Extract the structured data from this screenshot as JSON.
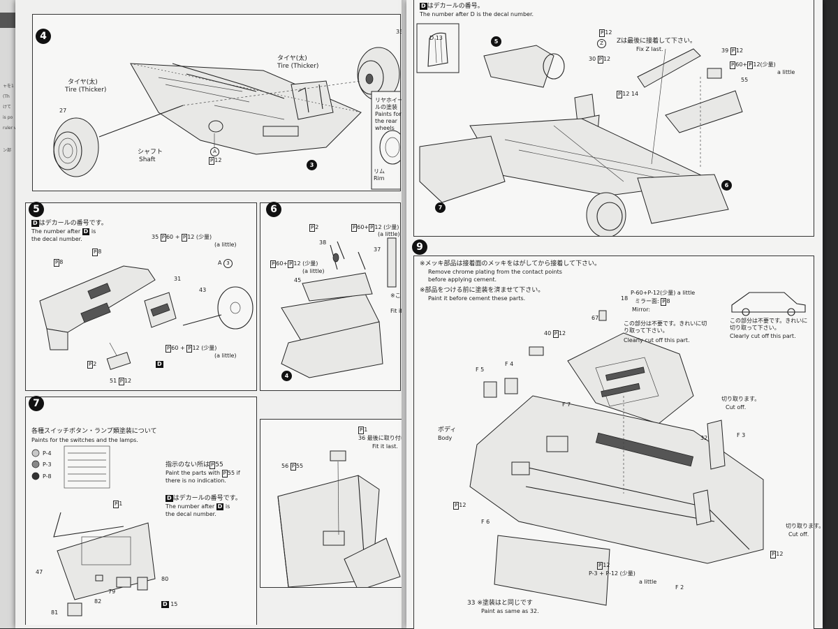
{
  "prev_page": {
    "text_lines": [
      "ャを1",
      "(Th",
      "けて",
      "is po",
      "ruler wit",
      "ン部"
    ]
  },
  "step4": {
    "number": "4",
    "tire_top_jp": "タイヤ(太)",
    "tire_top_en": "Tire (Thicker)",
    "tire_left_jp": "タイヤ(太)",
    "tire_left_en": "Tire (Thicker)",
    "shaft_jp": "シャフト",
    "shaft_en": "Shaft",
    "part_a": "A",
    "part_p": "P",
    "part_p_num": "12",
    "sub_3": "3",
    "inset_jp": "リヤホイールの塗装",
    "inset_en": "Paints for the rear wheels",
    "rim_label_1": "リム",
    "rim_label_2": "Rim",
    "cal_27": "27",
    "cal_35": "35"
  },
  "step5": {
    "number": "5",
    "decal_jp": "はデカールの番号です。",
    "decal_en_1": "The number after",
    "decal_en_2": "is",
    "decal_en_3": "the decal number.",
    "decal_letter": "D",
    "paint_35": "35",
    "mix_p1": "P",
    "mix_n1": "60",
    "plus": "+",
    "mix_p2": "P",
    "mix_n2": "12",
    "little_jp": "(少量)",
    "little_en": "(a little)",
    "part_a3": "A",
    "part_a3_n": "3",
    "cal_31": "31",
    "cal_43": "43",
    "cal_51": "51",
    "p2": "2",
    "p8": "8",
    "p12": "12"
  },
  "step6": {
    "number": "6",
    "p2": "2",
    "p60": "60",
    "p12": "12",
    "little_jp": "(少量)",
    "little_en": "(a little)",
    "cal_38": "38",
    "cal_37": "37",
    "cal_45": "45",
    "note_jp": "※ここ",
    "note_en": "Fit it",
    "sub_4": "4"
  },
  "step7": {
    "number": "7",
    "switch_jp": "各種スイッチボタン・ランプ類塗装について",
    "switch_en": "Paints for the switches and the lamps.",
    "swatch_labels": [
      "P-4",
      "P-3",
      "P-8"
    ],
    "p1": "1",
    "no_ind_jp": "指示のない所は",
    "no_ind_p": "55",
    "no_ind_en_1": "Paint the parts with",
    "no_ind_en_2": "if",
    "no_ind_en_3": "there is no indication.",
    "decal_jp": "はデカールの番号です。",
    "decal_en_1": "The number after",
    "decal_en_2": "is",
    "decal_en_3": "the decal number.",
    "cal_47": "47",
    "cal_82": "82",
    "cal_79": "79",
    "cal_80": "80",
    "cal_81": "81",
    "d15": "15",
    "fit_last_jp": "最後に取り付け",
    "fit_last_en": "Fit it last.",
    "cal_36": "36",
    "cal_56": "56",
    "p55": "55"
  },
  "right": {
    "header_jp": "はデカールの番号。",
    "header_en": "The number after D is the decal number.",
    "d13": "D 13",
    "sub_5": "5",
    "sub_7": "7",
    "sub_6": "6",
    "fix_z_jp": "Zは最後に接着して下さい。",
    "fix_z_en": "Fix Z last.",
    "z": "Z",
    "cal_30": "30",
    "cal_14": "14",
    "cal_39": "39",
    "cal_55": "55",
    "p60": "60",
    "p12": "12",
    "little": "a little",
    "little_jp": "(少量)"
  },
  "step9": {
    "number": "9",
    "note1_jp": "※メッキ部品は接着面のメッキをはがしてから接着して下さい。",
    "note1_en_1": "Remove chrome plating from the contact points",
    "note1_en_2": "before applying cement.",
    "note2_jp": "※部品をつける前に塗装を済ませて下さい。",
    "note2_en": "Paint it before cement these parts.",
    "cal_18": "18",
    "mirror_p": "P-60+P-12(少量) a little",
    "mirror_jp": "ミラー面:",
    "mirror_en": "Mirror:",
    "mirror_p2": "8",
    "cut_jp": "この部分は不要です。きれいに切り取って下さい。",
    "cut_en": "Clearly cut off this part.",
    "cut_jp_2": "この部分は不要です。きれいに切り取って下さい。",
    "cut_en_2": "Clearly cut off this part.",
    "cal_67": "67",
    "cal_40": "40",
    "f5": "F 5",
    "f4": "F 4",
    "f7": "F 7",
    "body_jp": "ボディ",
    "body_en": "Body",
    "cutoff_jp": "切り取ります。",
    "cutoff_en": "Cut off.",
    "cutoff_jp_2": "切り取ります。",
    "cutoff_en_2": "Cut off.",
    "f3": "F 3",
    "f6": "F 6",
    "f2": "F 2",
    "cal_32": "32",
    "cal_33": "33",
    "paint_same_jp": "※塗装はと同じです",
    "paint_same_en": "Paint as same as",
    "paint_same_n": "32",
    "p3_mix": "P-3 + P-12 (少量)",
    "p3_little": "a little",
    "p12": "12"
  }
}
